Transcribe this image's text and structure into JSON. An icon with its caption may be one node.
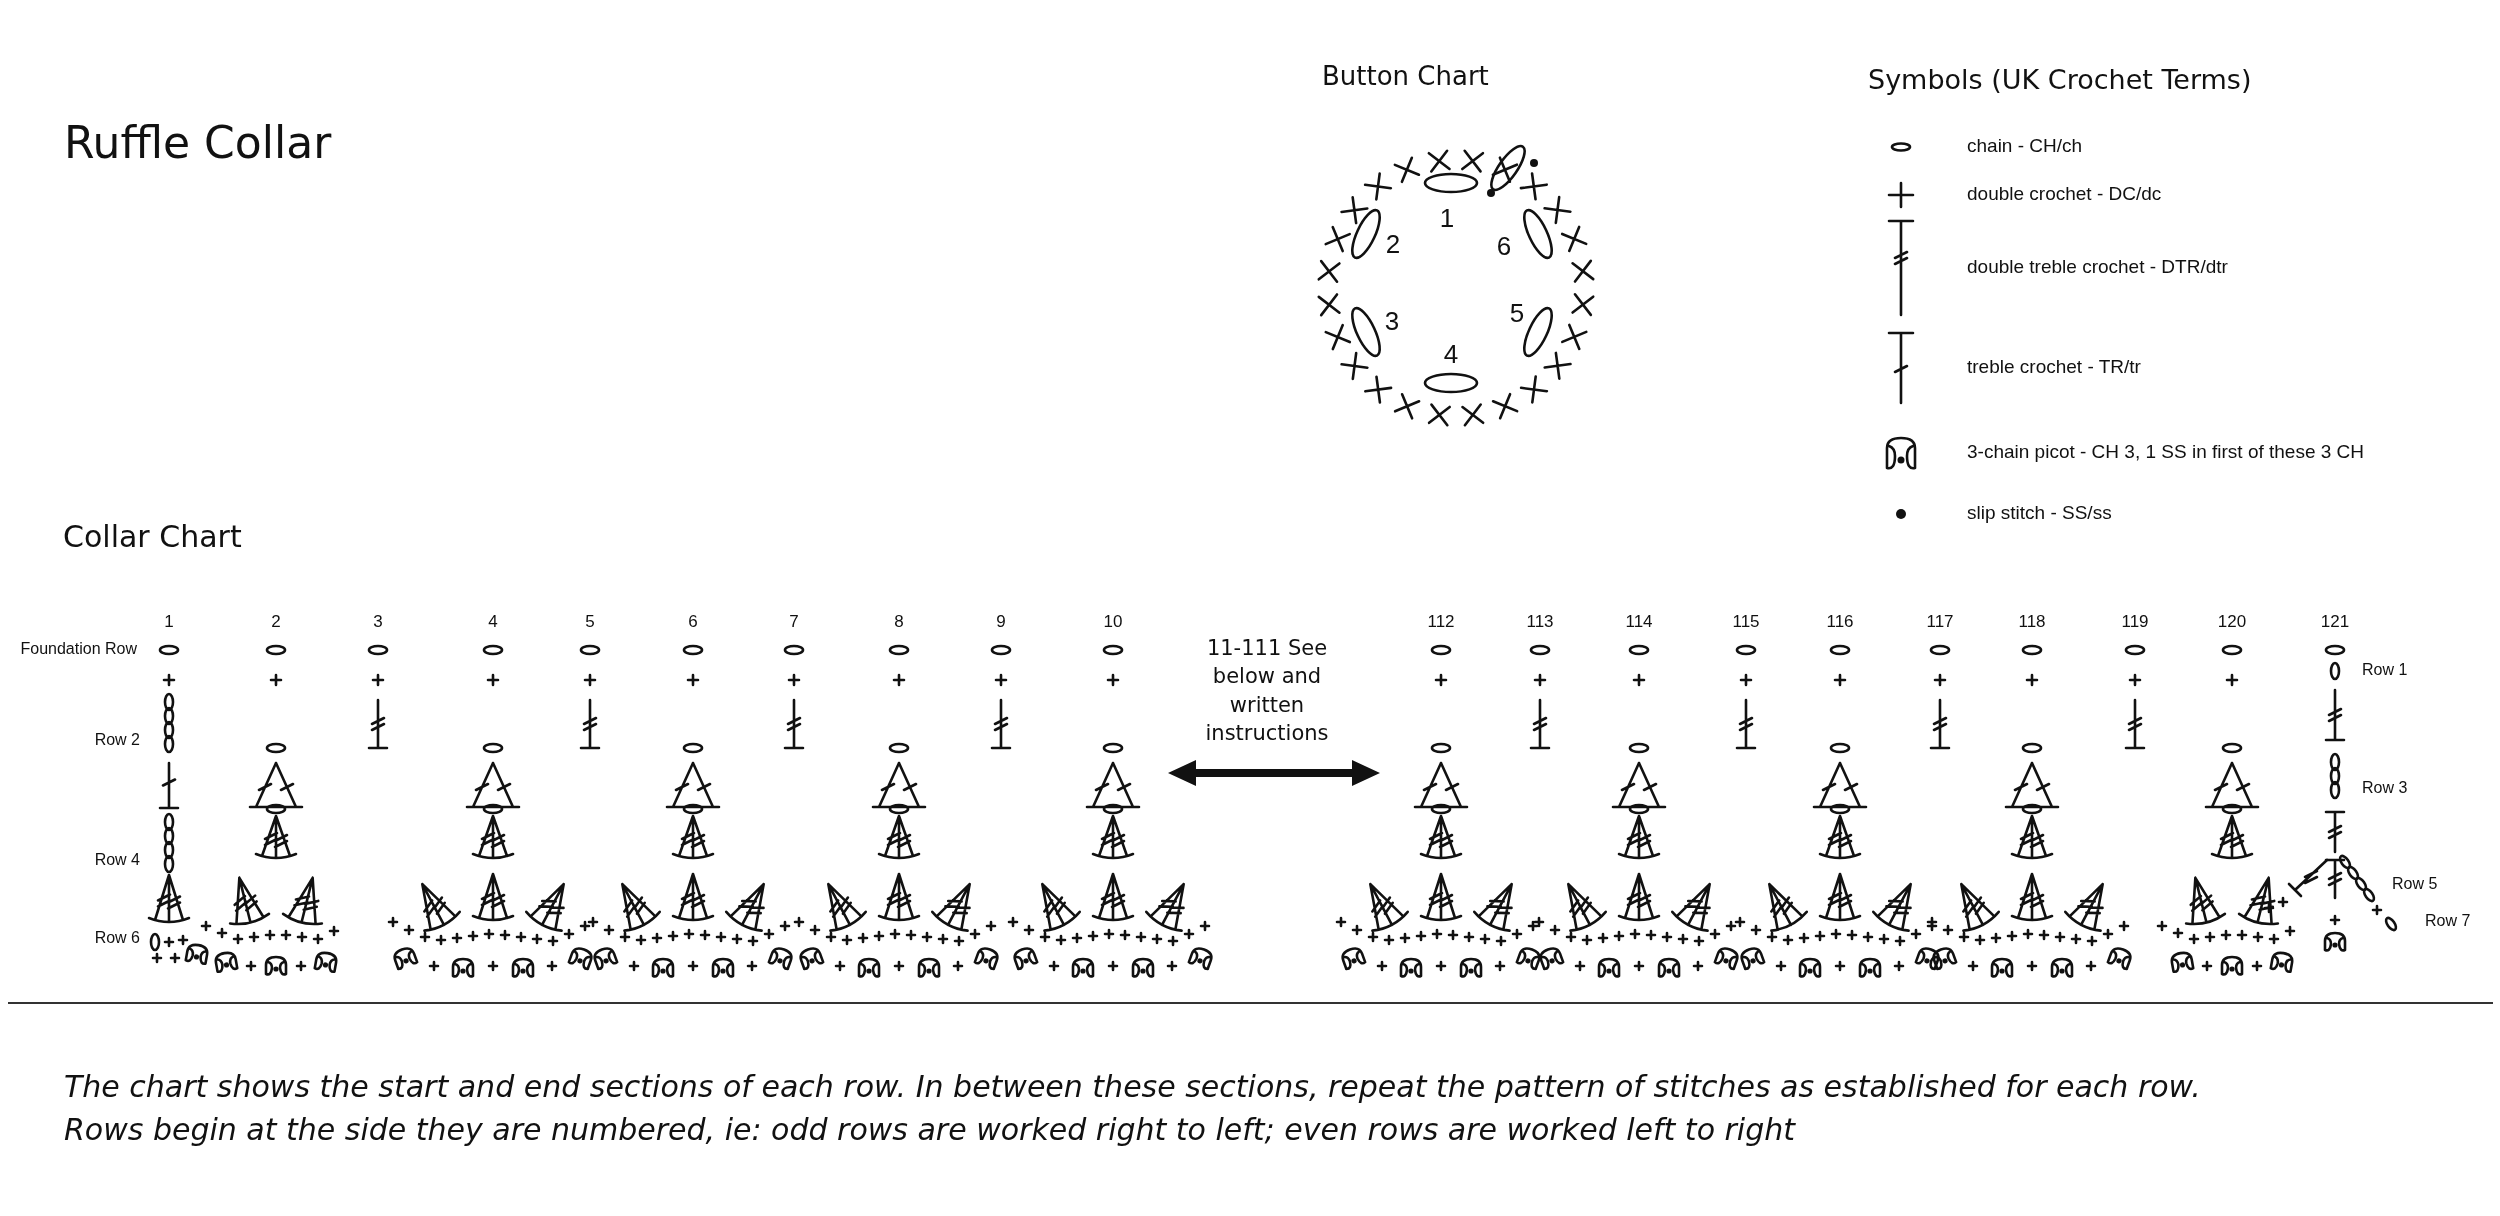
{
  "diagram": {
    "title": "Ruffle Collar",
    "caption": "The chart shows the start and end sections of each row. In between these sections, repeat the pattern of stitches as established for each row. Rows begin at the side they are numbered, ie: odd rows are worked right to left; even rows are worked left to right",
    "labels": [
      "Button Chart",
      "Symbols (UK Crochet Terms)",
      "1",
      "2",
      "6",
      "3",
      "5",
      "4",
      "Collar Chart",
      "1",
      "2",
      "3",
      "4",
      "5",
      "6",
      "7",
      "8",
      "9",
      "10",
      "11-111 See below and written instructions",
      "112",
      "113",
      "114",
      "115",
      "116",
      "117",
      "118",
      "119",
      "120",
      "121",
      "Foundation Row",
      "Row 2",
      "Row 4",
      "Row 6",
      "Row 1",
      "Row 3",
      "Row 5",
      "Row 7"
    ],
    "legend": [
      {
        "text": "chain - CH/ch"
      },
      {
        "text": "double crochet - DC/dc"
      },
      {
        "text": "double treble crochet - DTR/dtr"
      },
      {
        "text": "treble crochet - TR/tr"
      },
      {
        "text": "3-chain picot - CH 3, 1 SS in first of these 3 CH"
      },
      {
        "text": "slip stitch - SS/ss"
      }
    ]
  }
}
